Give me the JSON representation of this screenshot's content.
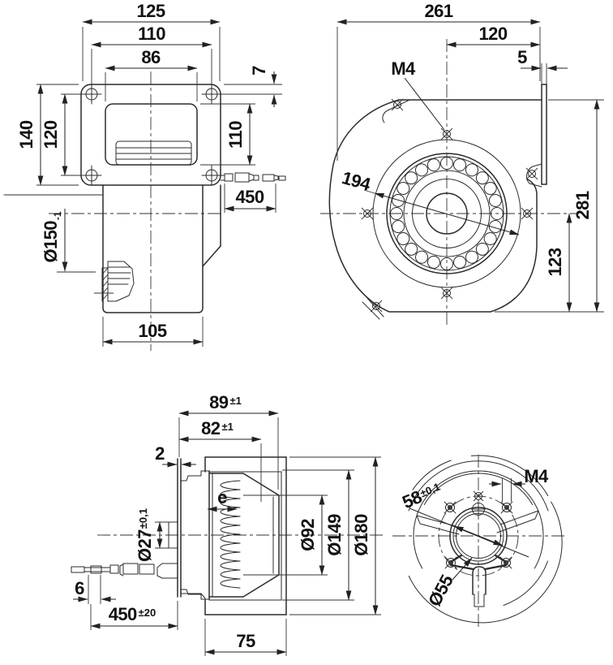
{
  "views": {
    "flange_front": {
      "dims": {
        "overall_width": "125",
        "hole_pitch_width": "110",
        "outlet_width": "86",
        "hole_top_offset": "7",
        "overall_height": "140",
        "hole_pitch_height": "120",
        "outlet_height": "110",
        "cable_length": "450",
        "inlet_diameter": "Ø150",
        "inlet_diameter_tol": "-1",
        "body_width": "105"
      }
    },
    "housing_side": {
      "dims": {
        "overall_length": "261",
        "center_to_flange": "120",
        "flange_thickness": "5",
        "screw_size": "M4",
        "inlet_ring_diameter": "194",
        "overall_height": "281",
        "center_to_base": "123"
      }
    },
    "motor_side": {
      "dims": {
        "total_depth": "89",
        "total_depth_tol": "±1",
        "impeller_depth": "82",
        "impeller_depth_tol": "±1",
        "plate_thickness": "2",
        "blade_clearance": "e",
        "hub_diameter": "Ø27",
        "hub_diameter_tol": "±0,1",
        "motor_diameter": "Ø92",
        "impeller_diameter": "Ø149",
        "housing_diameter": "Ø180",
        "strip_length": "6",
        "cable_length": "450",
        "cable_length_tol": "±20",
        "housing_depth": "75"
      }
    },
    "motor_rear": {
      "dims": {
        "screw_size": "M4",
        "pitch_circle_diameter": "58",
        "pitch_circle_tol": "±0,1",
        "boss_diameter": "Ø55"
      }
    }
  }
}
